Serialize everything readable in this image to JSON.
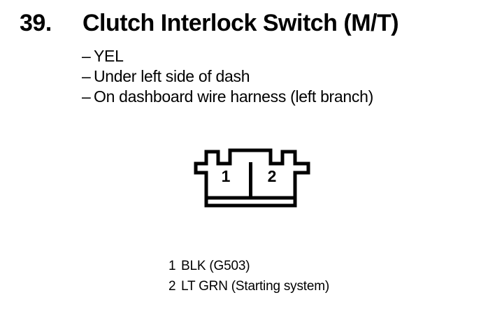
{
  "page": {
    "colors": {
      "background": "#ffffff",
      "ink": "#000000",
      "connector_fill": "#ffffff"
    }
  },
  "header": {
    "number": "39.",
    "title": "Clutch Interlock Switch (M/T)"
  },
  "notes": {
    "marker": "–",
    "items": [
      "YEL",
      "Under left side of dash",
      "On dashboard wire harness (left branch)"
    ]
  },
  "connector": {
    "pins": [
      "1",
      "2"
    ]
  },
  "legend": {
    "entries": [
      {
        "pin": "1",
        "label": "BLK (G503)"
      },
      {
        "pin": "2",
        "label": "LT GRN (Starting system)"
      }
    ]
  }
}
